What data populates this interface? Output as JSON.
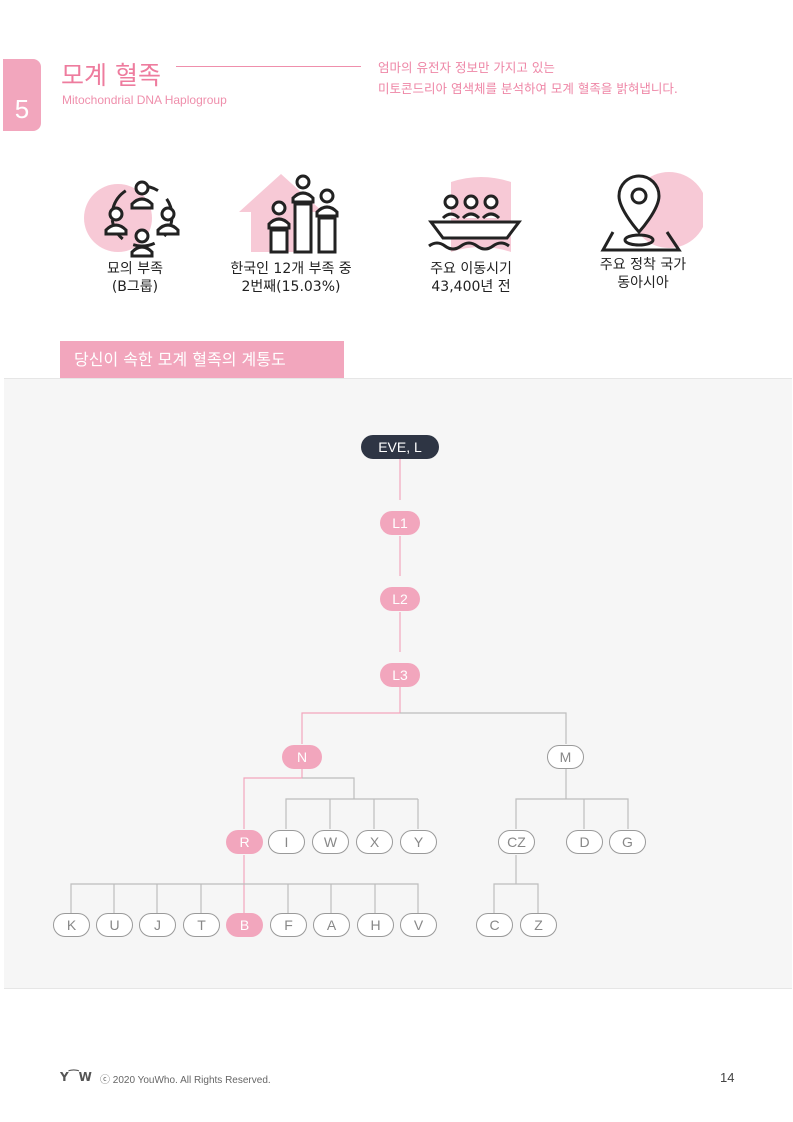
{
  "section": {
    "number": "5",
    "title": "모계 혈족",
    "subtitle": "Mitochondrial DNA Haplogroup",
    "description_line1": "엄마의 유전자 정보만 가지고 있는",
    "description_line2": "미토콘드리아 염색체를 분석하여 모계 혈족을 밝혀냅니다."
  },
  "features": [
    {
      "icon": "people-circle-icon",
      "line1": "묘의 부족",
      "line2": "(B그룹)"
    },
    {
      "icon": "people-bars-icon",
      "line1": "한국인 12개 부족 중",
      "line2": "2번째(15.03%)"
    },
    {
      "icon": "boat-migration-icon",
      "line1": "주요 이동시기",
      "line2": "43,400년 전"
    },
    {
      "icon": "map-pin-icon",
      "line1": "주요 정착 국가",
      "line2": "동아시아"
    }
  ],
  "tree": {
    "heading": "당신이 속한 모계 혈족의 계통도",
    "nodes": {
      "eve": "EVE, L",
      "l1": "L1",
      "l2": "L2",
      "l3": "L3",
      "n": "N",
      "m": "M",
      "r": "R",
      "i": "I",
      "w": "W",
      "x": "X",
      "y": "Y",
      "cz": "CZ",
      "d": "D",
      "g": "G",
      "k": "K",
      "u": "U",
      "j": "J",
      "t": "T",
      "b": "B",
      "f": "F",
      "a": "A",
      "h": "H",
      "v": "V",
      "c": "C",
      "z": "Z"
    }
  },
  "colors": {
    "accent": "#f2a6bd",
    "accent_text": "#ee7c9e",
    "dark_node": "#2e3544",
    "line_gray": "#bdbdbd"
  },
  "footer": {
    "logo": "Y⁀W",
    "copyright": "ⓒ 2020 YouWho. All Rights Reserved.",
    "page": "14"
  }
}
